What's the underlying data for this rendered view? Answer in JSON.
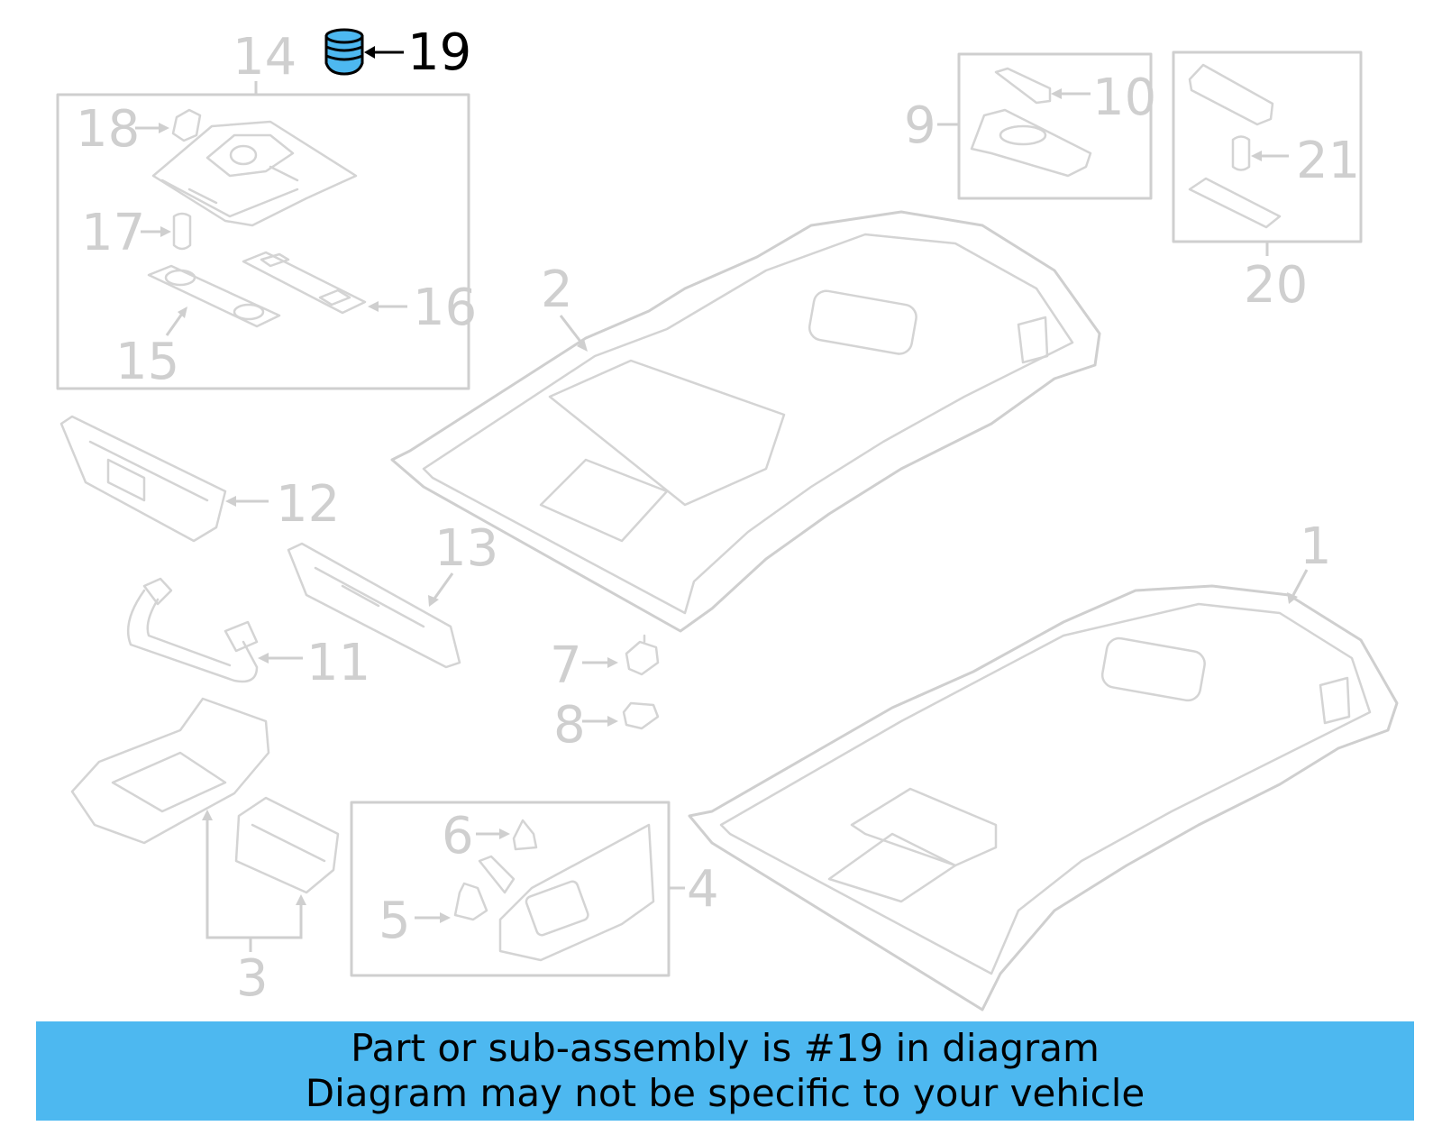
{
  "callouts": {
    "c1": "1",
    "c2": "2",
    "c3": "3",
    "c4": "4",
    "c5": "5",
    "c6": "6",
    "c7": "7",
    "c8": "8",
    "c9": "9",
    "c10": "10",
    "c11": "11",
    "c12": "12",
    "c13": "13",
    "c14": "14",
    "c15": "15",
    "c16": "16",
    "c17": "17",
    "c18": "18",
    "c19": "19",
    "c20": "20",
    "c21": "21"
  },
  "highlighted_part": "19",
  "colors": {
    "highlight": "#4db8f0",
    "line": "#cfcfcf",
    "text": "#000000"
  },
  "banner": {
    "line1": "Part or sub-assembly is #19 in diagram",
    "line2": "Diagram may not be specific to your vehicle"
  }
}
